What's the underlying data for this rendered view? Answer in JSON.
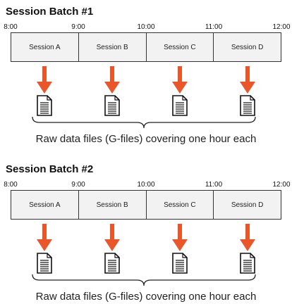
{
  "batches": [
    {
      "title": "Session Batch #1",
      "ticks": [
        "8:00",
        "9:00",
        "10:00",
        "11:00",
        "12:00"
      ],
      "sessions": [
        "Session A",
        "Session B",
        "Session C",
        "Session D"
      ],
      "caption": "Raw data files (G-files) covering one hour each"
    },
    {
      "title": "Session Batch #2",
      "ticks": [
        "8:00",
        "9:00",
        "10:00",
        "11:00",
        "12:00"
      ],
      "sessions": [
        "Session A",
        "Session B",
        "Session C",
        "Session D"
      ],
      "caption": "Raw data files (G-files) covering one hour each"
    }
  ],
  "colors": {
    "arrow": "#e8562a",
    "cell_fill": "#f2f2f2",
    "border": "#333333"
  },
  "icons": [
    "arrow-down-icon",
    "document-icon"
  ]
}
